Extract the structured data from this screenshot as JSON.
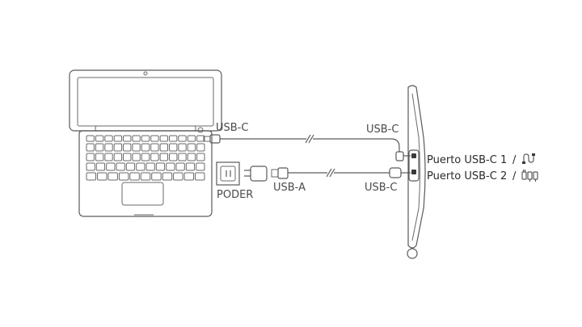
{
  "labels": {
    "usbc_laptop": "USB-C",
    "usbc_display_top": "USB-C",
    "usba": "USB-A",
    "usbc_display_bottom": "USB-C",
    "power": "PODER",
    "port1": "Puerto USB-C 1",
    "port2": "Puerto USB-C 2",
    "separator": "/"
  },
  "icons": {
    "port1_icon": "cable-icon",
    "port2_icon": "power-plug-icon"
  },
  "colors": {
    "line": "#5a5a5a",
    "text": "#4a4a4a"
  }
}
